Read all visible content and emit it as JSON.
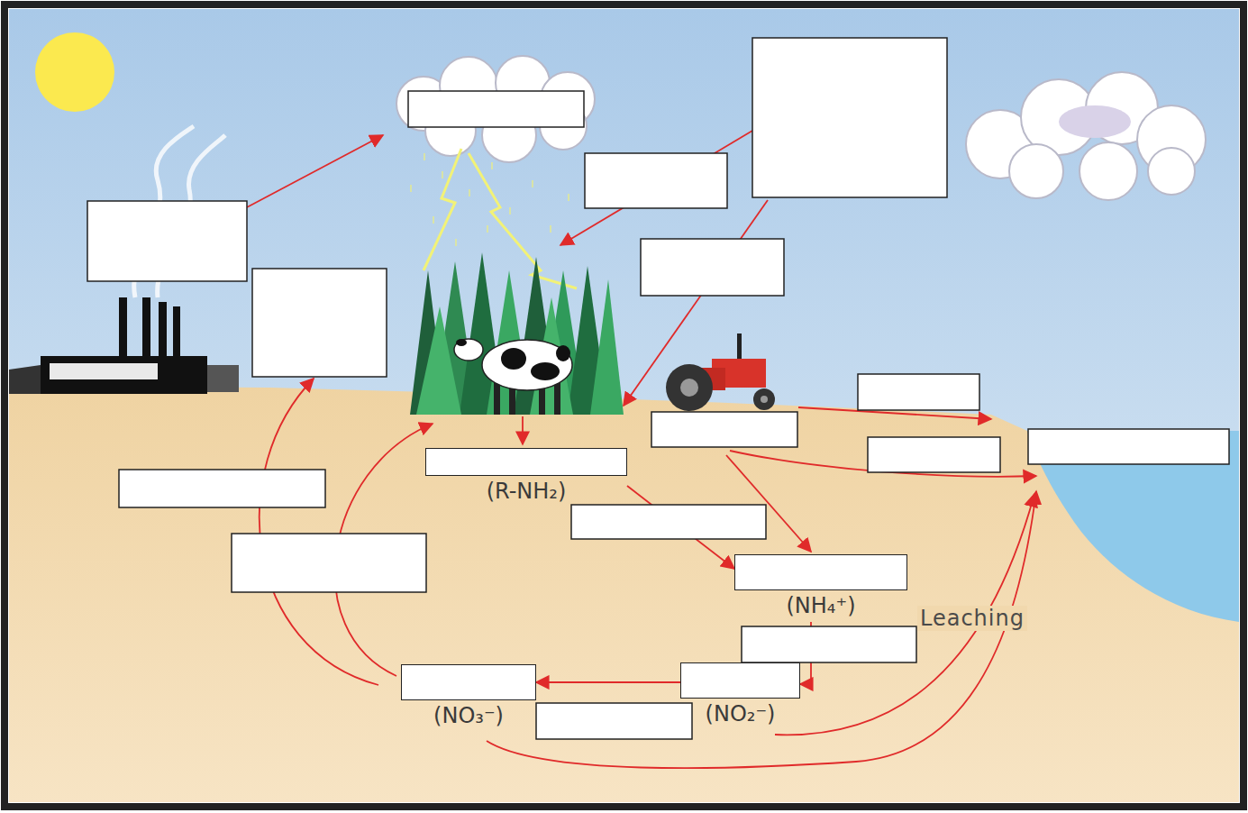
{
  "diagram": {
    "nodes": [
      {
        "text": [
          "(R-NH₂)"
        ]
      },
      {
        "text": [
          "(NH₄⁺)"
        ]
      },
      {
        "text": [
          "(NO₂⁻)"
        ]
      },
      {
        "text": [
          "(NO₃⁻)"
        ]
      }
    ],
    "edges": [
      {
        "from": 0,
        "to": 1,
        "arrow": "to"
      },
      {
        "from": 1,
        "to": 2,
        "arrow": "to"
      },
      {
        "from": 2,
        "to": 3,
        "arrow": "to"
      }
    ],
    "labels": [
      "Leaching"
    ]
  }
}
